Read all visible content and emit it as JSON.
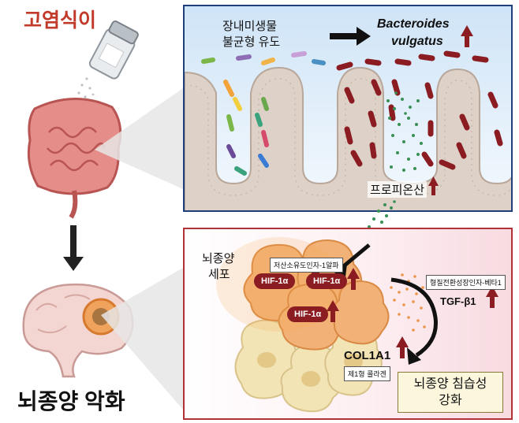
{
  "left": {
    "title": "고염식이",
    "bottom_label": "뇌종양 악화"
  },
  "gut_panel": {
    "induction_line1": "장내미생물",
    "induction_line2": "불균형 유도",
    "bacteria_name_line1": "Bacteroides",
    "bacteria_name_line2": "vulgatus",
    "metabolite": "프로피온산"
  },
  "tumor_panel": {
    "cell_label_line1": "뇌종양",
    "cell_label_line2": "세포",
    "hypoxia_factor_box": "저산소유도인자-1알파",
    "hif_labels": [
      "HIF-1α",
      "HIF-1α",
      "HIF-1α"
    ],
    "tgf_box": "형질전환성장인자-베타1",
    "tgf_label": "TGF-β1",
    "col_label": "COL1A1",
    "col_box": "제1형 콜라겐",
    "outcome_line1": "뇌종양 침습성",
    "outcome_line2": "강화"
  },
  "colors": {
    "up_arrow": "#8b1c22",
    "salt_title": "#c23a2a",
    "gut_border": "#1f3f7a",
    "tumor_border": "#b3323a"
  }
}
